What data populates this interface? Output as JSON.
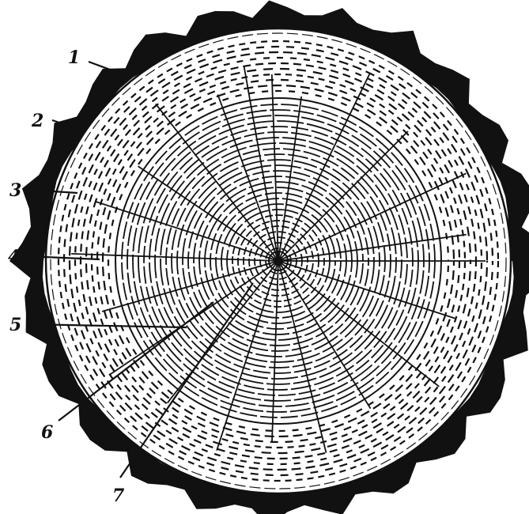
{
  "diagram": {
    "callouts": [
      {
        "id": "1",
        "label": "1"
      },
      {
        "id": "2",
        "label": "2"
      },
      {
        "id": "3",
        "label": "3"
      },
      {
        "id": "4",
        "label": "4"
      },
      {
        "id": "5",
        "label": "5"
      },
      {
        "id": "6",
        "label": "6"
      },
      {
        "id": "7",
        "label": "7"
      }
    ]
  },
  "colors": {
    "ink": "#111111",
    "paper": "#ffffff"
  }
}
